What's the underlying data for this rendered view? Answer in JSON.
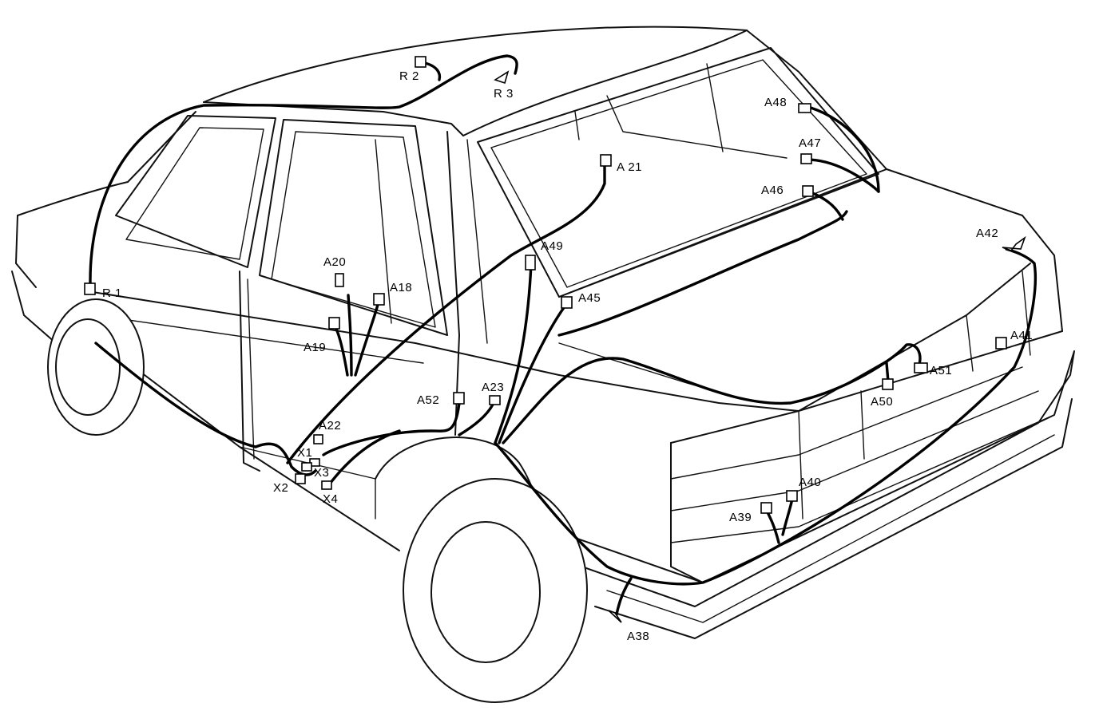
{
  "colors": {
    "line": "#111111",
    "harness": "#000000",
    "background": "#ffffff"
  },
  "connectors": [
    {
      "id": "r1",
      "label": "R 1"
    },
    {
      "id": "r2",
      "label": "R 2"
    },
    {
      "id": "r3",
      "label": "R 3"
    },
    {
      "id": "a18",
      "label": "A18"
    },
    {
      "id": "a19",
      "label": "A19"
    },
    {
      "id": "a20",
      "label": "A20"
    },
    {
      "id": "a21",
      "label": "A 21"
    },
    {
      "id": "a22",
      "label": "A22"
    },
    {
      "id": "a23",
      "label": "A23"
    },
    {
      "id": "a38",
      "label": "A38"
    },
    {
      "id": "a39",
      "label": "A39"
    },
    {
      "id": "a40",
      "label": "A40"
    },
    {
      "id": "a41",
      "label": "A41"
    },
    {
      "id": "a42",
      "label": "A42"
    },
    {
      "id": "a45",
      "label": "A45"
    },
    {
      "id": "a46",
      "label": "A46"
    },
    {
      "id": "a47",
      "label": "A47"
    },
    {
      "id": "a48",
      "label": "A48"
    },
    {
      "id": "a49",
      "label": "A49"
    },
    {
      "id": "a50",
      "label": "A50"
    },
    {
      "id": "a51",
      "label": "A51"
    },
    {
      "id": "a52",
      "label": "A52"
    },
    {
      "id": "x1",
      "label": "X1"
    },
    {
      "id": "x2",
      "label": "X2"
    },
    {
      "id": "x3",
      "label": "X3"
    },
    {
      "id": "x4",
      "label": "X4"
    }
  ]
}
